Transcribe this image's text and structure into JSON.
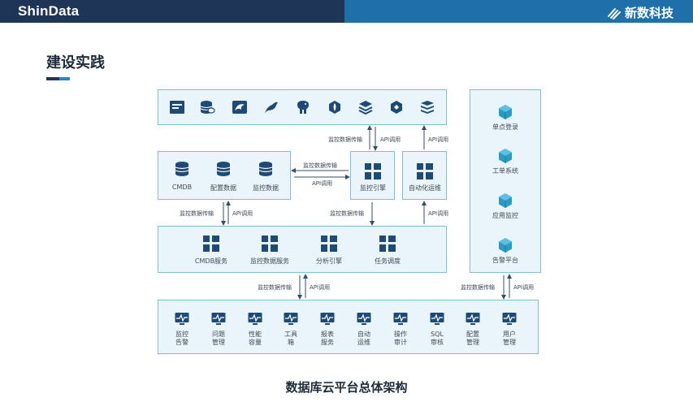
{
  "header": {
    "brand": "ShinData",
    "company": "新数科技"
  },
  "page_title": "建设实践",
  "caption": "数据库云平台总体架构",
  "colors": {
    "header_dark": "#1f3557",
    "header_blue": "#1f6fa8",
    "box_fill": "#e9f5fa",
    "box_border": "#7fbfd3",
    "icon_dark": "#1e4a78",
    "icon_teal": "#2a9cc6"
  },
  "databases": [
    {
      "icon": "ibm-db2-icon"
    },
    {
      "icon": "database-stack-icon"
    },
    {
      "icon": "mysql-dolphin-icon"
    },
    {
      "icon": "mariadb-seal-icon"
    },
    {
      "icon": "postgresql-elephant-icon"
    },
    {
      "icon": "mongodb-leaf-icon"
    },
    {
      "icon": "layers-icon"
    },
    {
      "icon": "hexagon-db-icon"
    },
    {
      "icon": "stacked-db-icon"
    }
  ],
  "data_store": {
    "items": [
      "CMDB",
      "配置数据",
      "监控数据"
    ]
  },
  "engine": {
    "monitor_engine": "监控引擎",
    "auto_ops": "自动化运维"
  },
  "services": {
    "items": [
      "CMDB服务",
      "监控数据服务",
      "分析引擎",
      "任务调度"
    ]
  },
  "sidebar": {
    "items": [
      "单点登录",
      "工单系统",
      "应用监控",
      "告警平台"
    ]
  },
  "modules": [
    [
      "监控",
      "告警"
    ],
    [
      "问题",
      "管理"
    ],
    [
      "性能",
      "容量"
    ],
    [
      "工具",
      "箱"
    ],
    [
      "报表",
      "服务"
    ],
    [
      "自动",
      "运维"
    ],
    [
      "操作",
      "审计"
    ],
    [
      "SQL",
      "审核"
    ],
    [
      "配置",
      "管理"
    ],
    [
      "用户",
      "管理"
    ]
  ],
  "arrows": {
    "monitor_data_transfer": "监控数据传输",
    "api_call": "API调用"
  }
}
